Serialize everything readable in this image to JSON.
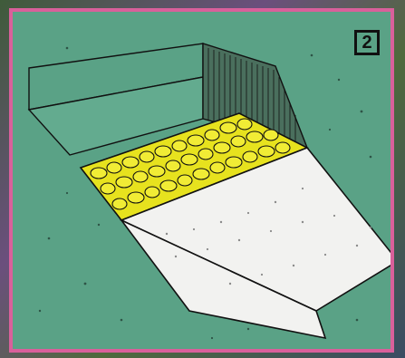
{
  "step_badge": {
    "label": "2"
  },
  "colors": {
    "border": "#d9609b",
    "background": "#5aa286",
    "gravel": "#e7e21e",
    "slab": "#f2f2f0",
    "outline": "#111111"
  },
  "icons": {
    "gravel_layer": "gravel-stones",
    "concrete_slab": "concrete-slab",
    "excavation_pit": "excavated-trench"
  }
}
